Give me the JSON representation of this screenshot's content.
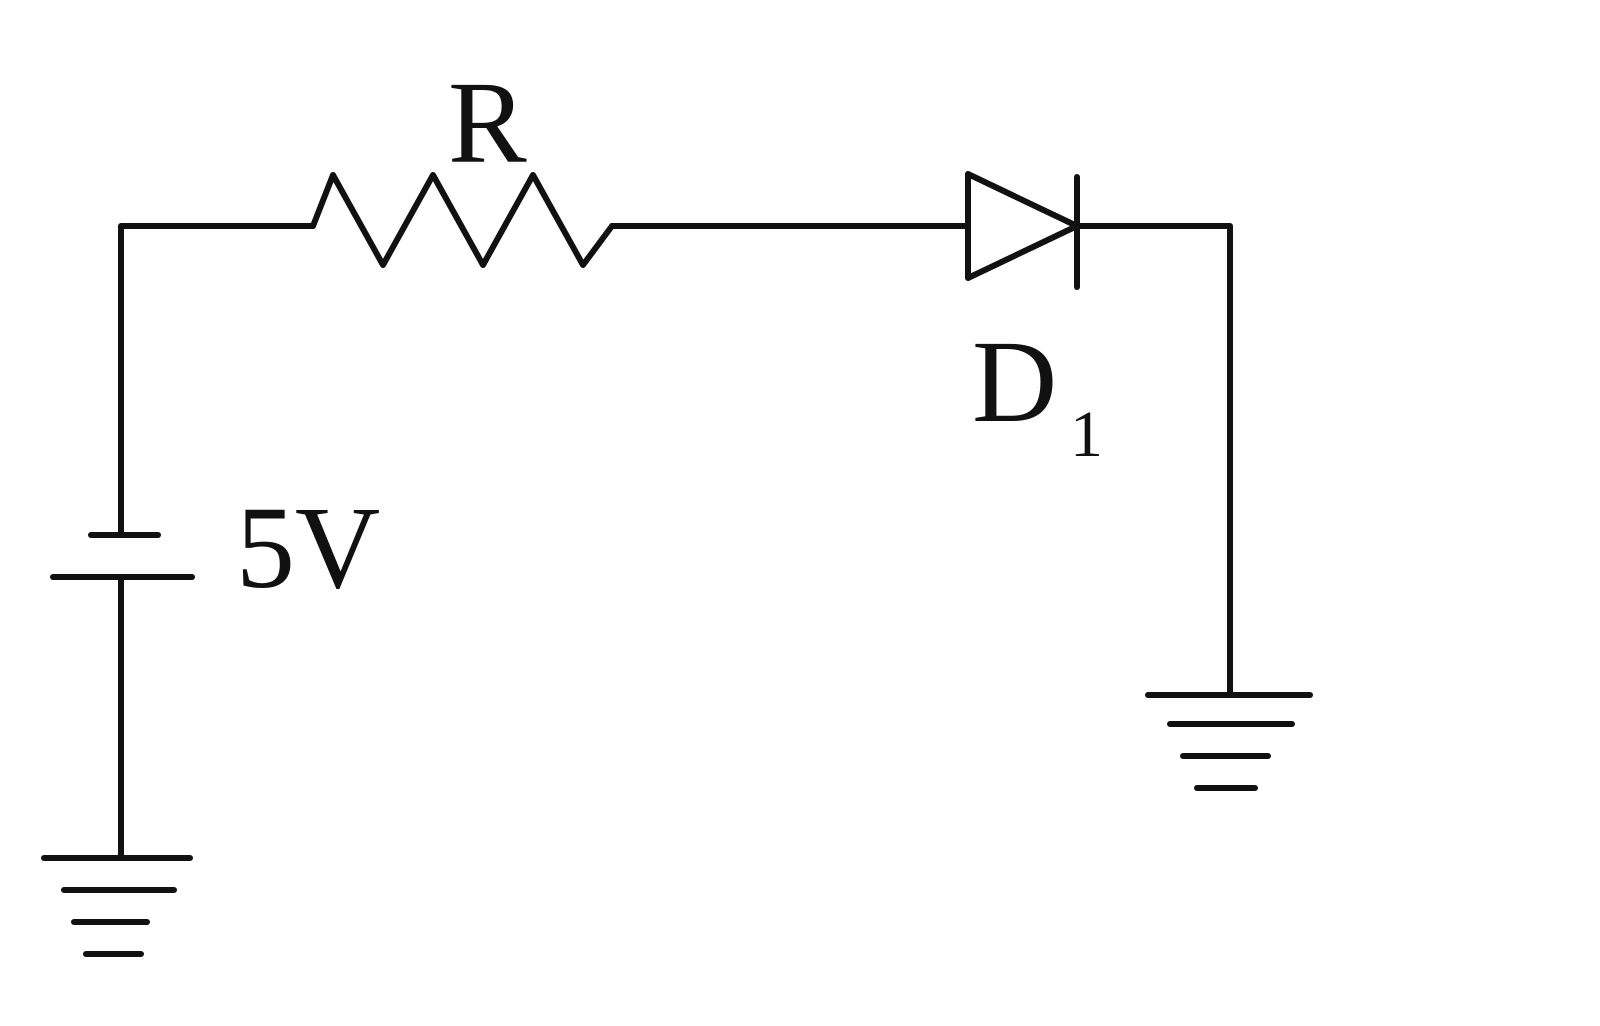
{
  "diagram": {
    "type": "circuit-schematic",
    "components": {
      "resistor": {
        "label": "R"
      },
      "diode": {
        "label": "D",
        "subscript": "1"
      },
      "source": {
        "label": "5V"
      }
    },
    "grounds": [
      "left-ground",
      "right-ground"
    ],
    "colors": {
      "stroke": "#111111",
      "background": "#ffffff"
    }
  }
}
